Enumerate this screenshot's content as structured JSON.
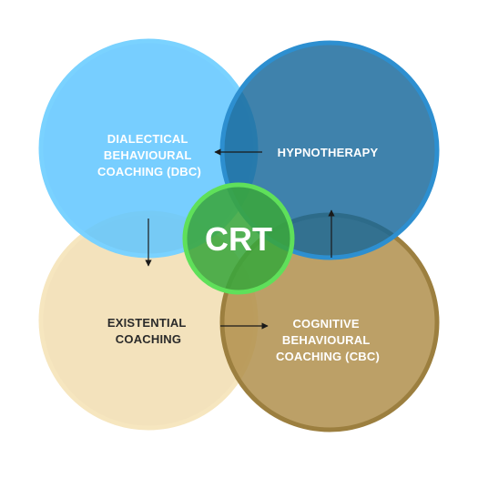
{
  "diagram": {
    "center": {
      "label": "CRT",
      "fill": "#3aa63c",
      "stroke": "#5fe05a",
      "text_color": "#ffffff"
    },
    "circles": [
      {
        "id": "dbc",
        "lines": [
          "DIALECTICAL",
          "BEHAVIOURAL",
          "COACHING (DBC)"
        ],
        "fill": "#5fc6ff",
        "stroke": "#7ad2ff",
        "text_color": "#ffffff"
      },
      {
        "id": "hypno",
        "lines": [
          "HYPNOTHERAPY"
        ],
        "fill": "#15679a",
        "stroke": "#2d8fd0",
        "text_color": "#ffffff"
      },
      {
        "id": "existential",
        "lines": [
          "EXISTENTIAL",
          "COACHING"
        ],
        "fill": "#f1ddb0",
        "stroke": "#f6e6bf",
        "text_color": "#2a2a2a"
      },
      {
        "id": "cbc",
        "lines": [
          "COGNITIVE",
          "BEHAVIOURAL",
          "COACHING (CBC)"
        ],
        "fill": "#b08f4c",
        "stroke": "#9c7f3f",
        "text_color": "#ffffff"
      }
    ],
    "arrows": [
      {
        "from": "hypno",
        "to": "dbc"
      },
      {
        "from": "dbc",
        "to": "existential"
      },
      {
        "from": "existential",
        "to": "cbc"
      },
      {
        "from": "cbc",
        "to": "hypno"
      }
    ]
  }
}
